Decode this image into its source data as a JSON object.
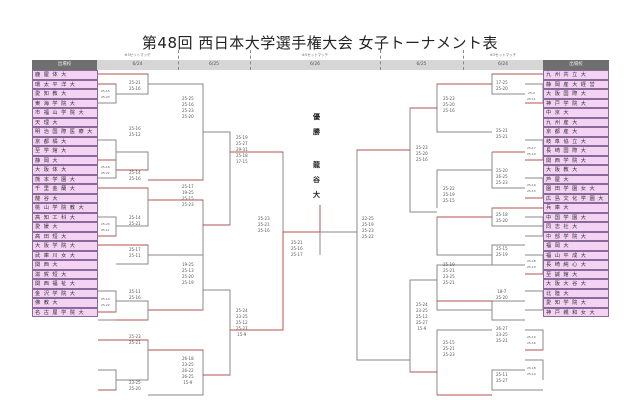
{
  "title": "第48回 西日本大学選手権大会 女子トーナメント表",
  "header": {
    "left_label": "出場校",
    "right_label": "出場校",
    "dates": [
      "6/24",
      "6/25",
      "6/26",
      "6/25",
      "6/24"
    ],
    "match_notes": [
      "※3セットマッチ",
      "※5セットマッチ",
      "※3セットマッチ"
    ]
  },
  "champion": {
    "label_1": "優",
    "label_2": "勝",
    "name_1": "龍",
    "name_2": "谷",
    "name_3": "大"
  },
  "left_teams": [
    "鹿屋体大",
    "環太平洋大",
    "愛知教大",
    "東海学院大",
    "市福山学院大",
    "天理大",
    "明治国際医療大",
    "京都橘大",
    "至学館大",
    "静岡大",
    "大阪体大",
    "熊本学園大",
    "千里金蘭大",
    "龍谷大",
    "桃山学院教大",
    "高知工科大",
    "愛媛大",
    "高田短大",
    "大阪学院大",
    "武庫川女大",
    "関西大",
    "滋賀短大",
    "関西福祉大",
    "金沢学院大",
    "佛教大",
    "名古屋学院大"
  ],
  "right_teams": [
    "九州共立大",
    "静岡産大経営",
    "大阪国際大",
    "神戸学院大",
    "中京大",
    "九州産大",
    "京都産大",
    "岐阜協立大",
    "長崎国際大",
    "関西学院大",
    "大阪教大",
    "芦屋大",
    "園田学園女大",
    "広島文化学園大",
    "兵庫大",
    "中国学園大",
    "同志社大",
    "中部学院大",
    "福岡大",
    "福山平成大",
    "長崎純心大",
    "至誠館大",
    "大阪大谷大",
    "北陸大",
    "愛知学院大",
    "神戸親和女大"
  ],
  "scores": {
    "final": "25-21\n25-16\n25-17",
    "semi_left": "25-23\n25-21\n25-16",
    "semi_right": "22-25\n25-19\n25-23\n25-22",
    "left_qf_top": "25-19\n25-27\n29-31\n25-18\n17-15",
    "left_qf_bottom": "25-24\n23-25\n25-12\n25-27\n15-9",
    "right_qf_top": "25-23\n25-20\n25-16",
    "right_qf_bottom": "25-24\n23-25\n25-12\n25-27\n15-9",
    "left_r2": [
      "25-25\n25-16\n25-23\n25-20",
      "25-17\n19-25\n25-15\n25-23",
      "19-25\n25-13\n25-20\n25-19",
      "26-18\n23-25\n26-22\n26-25\n15-9"
    ],
    "right_r2": [
      "25-23\n25-20\n25-16",
      "25-22\n25-19\n25-15",
      "25-19\n25-21\n23-25\n25-21",
      "25-15\n25-21\n25-23"
    ],
    "left_r1": [
      "25-21\n25-16",
      "25-16\n25-12",
      "25-14\n25-16",
      "25-14\n25-21",
      "25-17\n25-11",
      "25-11\n25-16",
      "25-23\n25-21",
      "23-25\n25-20"
    ],
    "right_r1": [
      "17-25\n25-20",
      "25-21\n25-21",
      "25-20\n26-25\n25-23",
      "25-18\n25-20",
      "25-15\n25-19",
      "18-7\n25-20",
      "26-27\n23-25\n25-21",
      "25-11\n25-27"
    ],
    "left_r0": [
      "25-15\n25-23",
      "25-16\n25-22",
      "25-20\n25-11",
      "25-14\n25-22"
    ],
    "right_r0": [
      "25-9\n25-11",
      "25-17\n25-19",
      "25-19\n25-13",
      "25-18\n25-19",
      "25-19\n25-16",
      "25-18\n25-14"
    ]
  },
  "colors": {
    "team_bg": "#f3d2f3",
    "team_border": "#8a6a9a",
    "winner_line": "#b5524f",
    "loser_line": "#888888",
    "header_dark": "#6f6f6f",
    "header_light": "#d6d6d6"
  }
}
